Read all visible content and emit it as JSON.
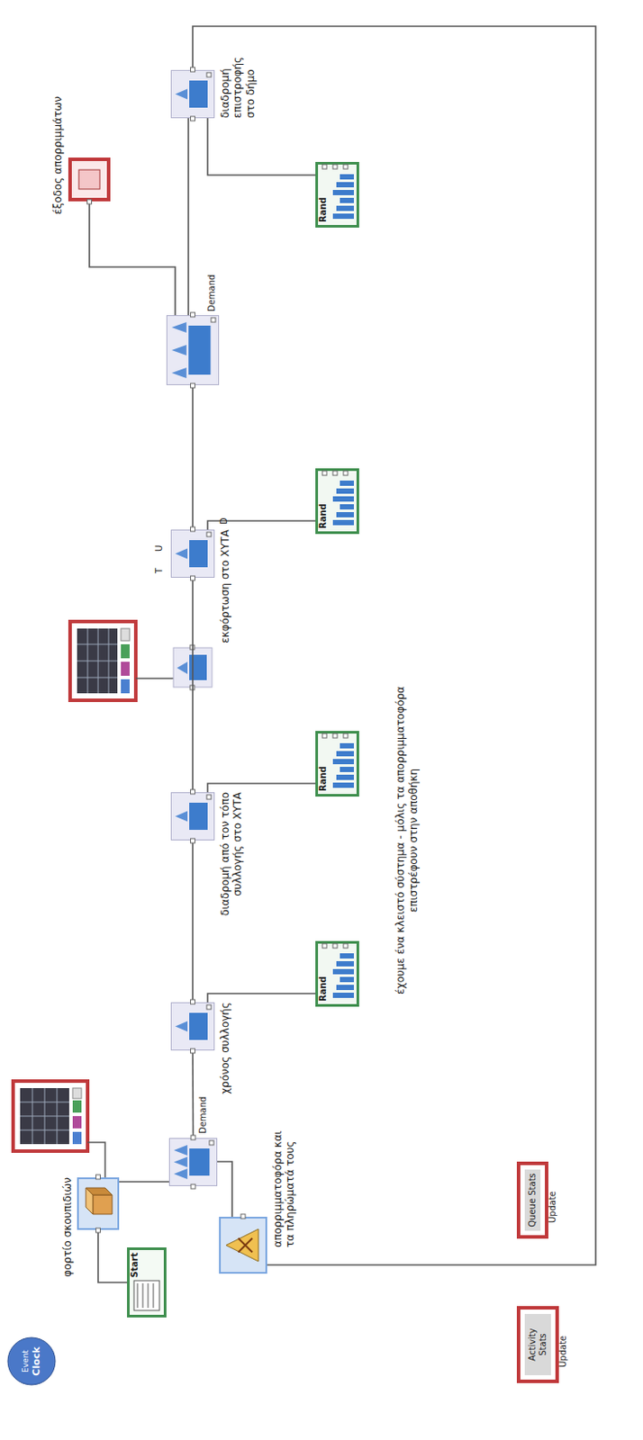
{
  "diagram": {
    "nodes": [
      {
        "text": [
          "Event",
          "Clock"
        ]
      },
      {
        "text": [
          "Start"
        ]
      },
      {
        "text": [
          "φορτίο σκουπιδιών"
        ]
      },
      {
        "text": [
          "απορριμματοφόρα και τα πληρώματά τους"
        ]
      },
      {
        "text": [
          "Demand"
        ]
      },
      {
        "text": [
          "χρόνος συλλογής"
        ]
      },
      {
        "text": [
          "Rand"
        ]
      },
      {
        "text": [
          "διαδρομή από τον τόπο συλλογής στο ΧΥΤΑ"
        ]
      },
      {
        "text": [
          "Rand"
        ]
      },
      {
        "text": [
          "εκφόρτωση στο ΧΥΤΑ"
        ]
      },
      {
        "text": [
          "Rand"
        ]
      },
      {
        "text": [
          "Demand"
        ]
      },
      {
        "text": [
          "έξοδος απορριμμάτων"
        ]
      },
      {
        "text": [
          "διαδρομή επιστροφής στο δήμο"
        ]
      },
      {
        "text": [
          "Rand"
        ]
      },
      {
        "text": [
          "Activity Stats",
          "Update"
        ]
      },
      {
        "text": [
          "Queue Stats",
          "Update"
        ]
      }
    ],
    "edges": [
      {
        "from": 1,
        "to": 2,
        "arrow": "none"
      },
      {
        "from": 2,
        "to": 4,
        "arrow": "none"
      },
      {
        "from": 3,
        "to": 4,
        "arrow": "none"
      },
      {
        "from": 4,
        "to": 5,
        "arrow": "none"
      },
      {
        "from": 6,
        "to": 5,
        "arrow": "none"
      },
      {
        "from": 5,
        "to": 7,
        "arrow": "none"
      },
      {
        "from": 8,
        "to": 7,
        "arrow": "none"
      },
      {
        "from": 7,
        "to": 9,
        "arrow": "none"
      },
      {
        "from": 10,
        "to": 9,
        "arrow": "none"
      },
      {
        "from": 9,
        "to": 11,
        "arrow": "none"
      },
      {
        "from": 11,
        "to": 12,
        "arrow": "none"
      },
      {
        "from": 11,
        "to": 13,
        "arrow": "none"
      },
      {
        "from": 14,
        "to": 13,
        "arrow": "none"
      },
      {
        "from": 13,
        "to": 3,
        "arrow": "none"
      }
    ],
    "labels": [
      "έχουμε ένα κλειστό σύστημα - μόλις τα απορριμματοφόρα επιστρέφουν στην αποθήκη",
      "T",
      "U",
      "D"
    ]
  }
}
